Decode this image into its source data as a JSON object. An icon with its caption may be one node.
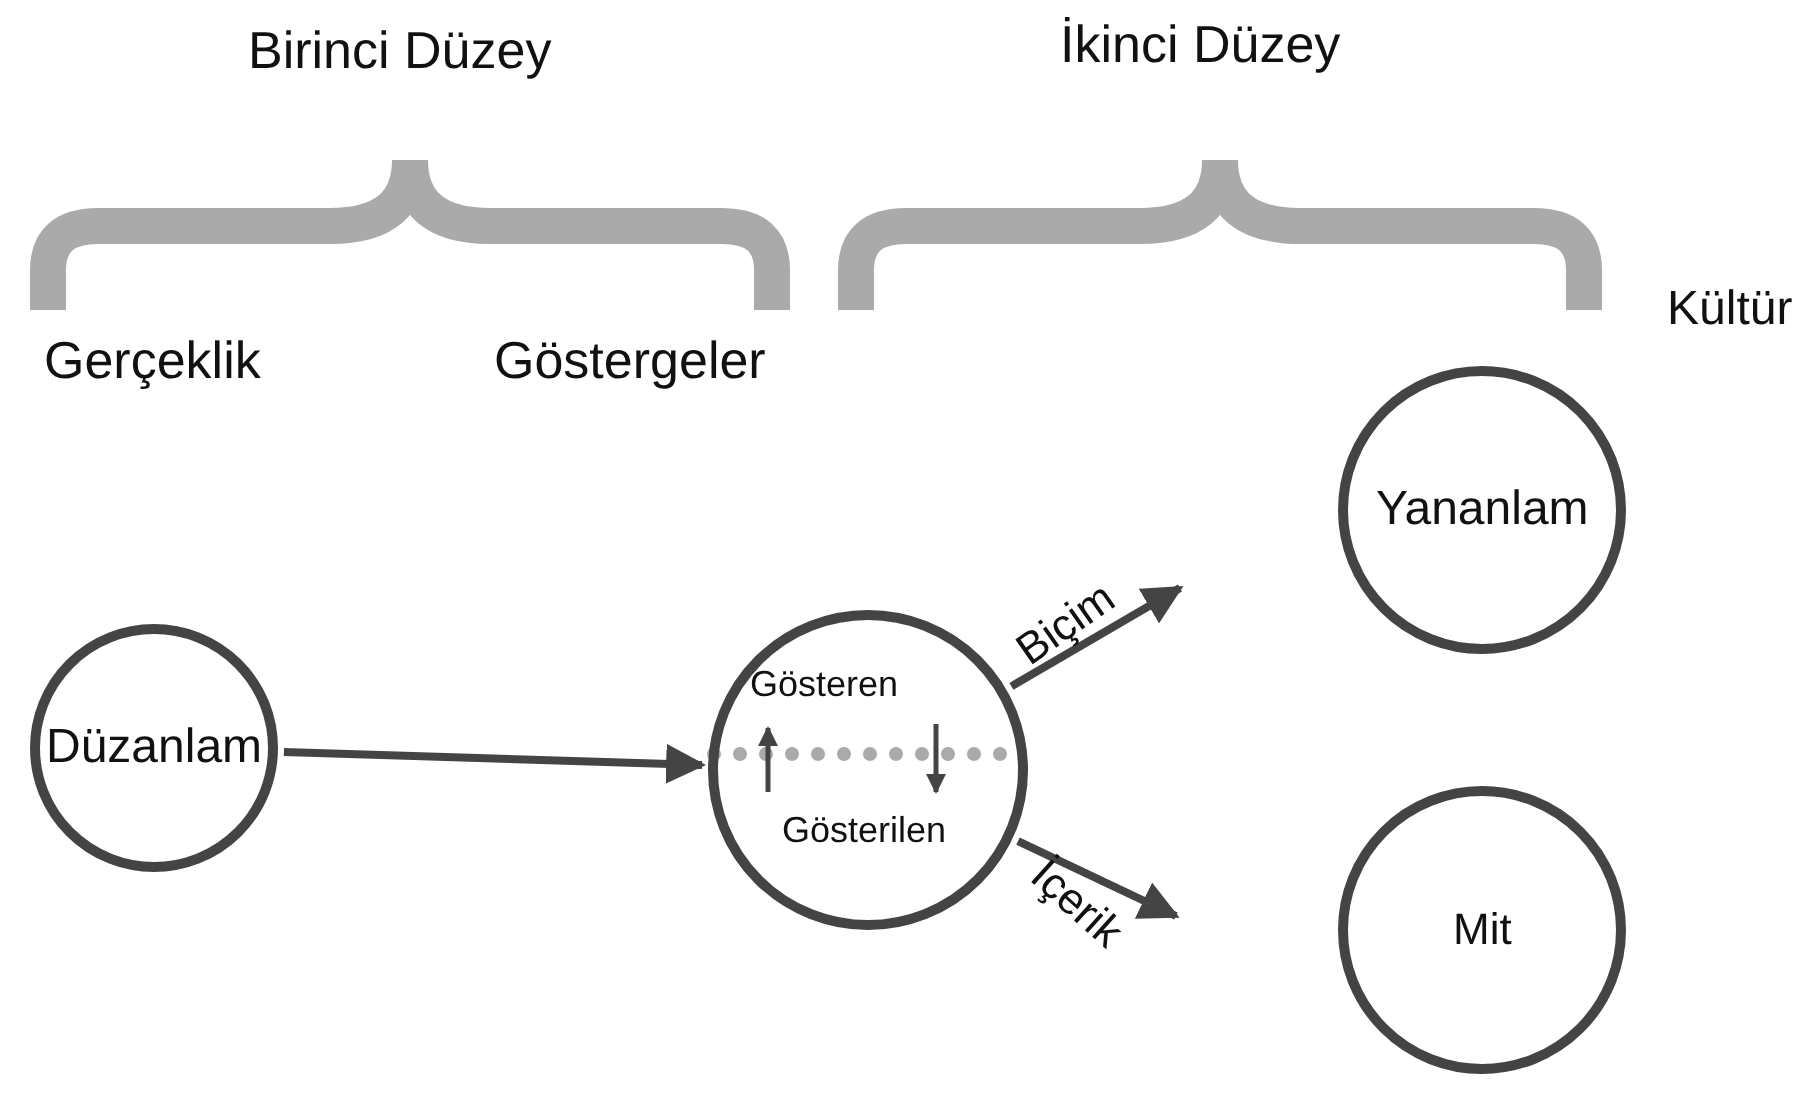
{
  "diagram": {
    "nodes": [
      {
        "text": [
          "Düzanlam"
        ]
      },
      {
        "text": [
          "Gösteren",
          "Gösterilen"
        ]
      },
      {
        "text": [
          "Yananlam"
        ]
      },
      {
        "text": [
          "Mit"
        ]
      }
    ],
    "edges": [
      {
        "from": 0,
        "to": 1,
        "arrow": "to"
      },
      {
        "from": 1,
        "to": null,
        "arrow": "to",
        "label": "Biçim"
      },
      {
        "from": 1,
        "to": null,
        "arrow": "to",
        "label": "İçerik"
      }
    ],
    "labels": [
      "Birinci Düzey",
      "İkinci Düzey",
      "Kültür",
      "Gerçeklik",
      "Göstergeler"
    ]
  }
}
